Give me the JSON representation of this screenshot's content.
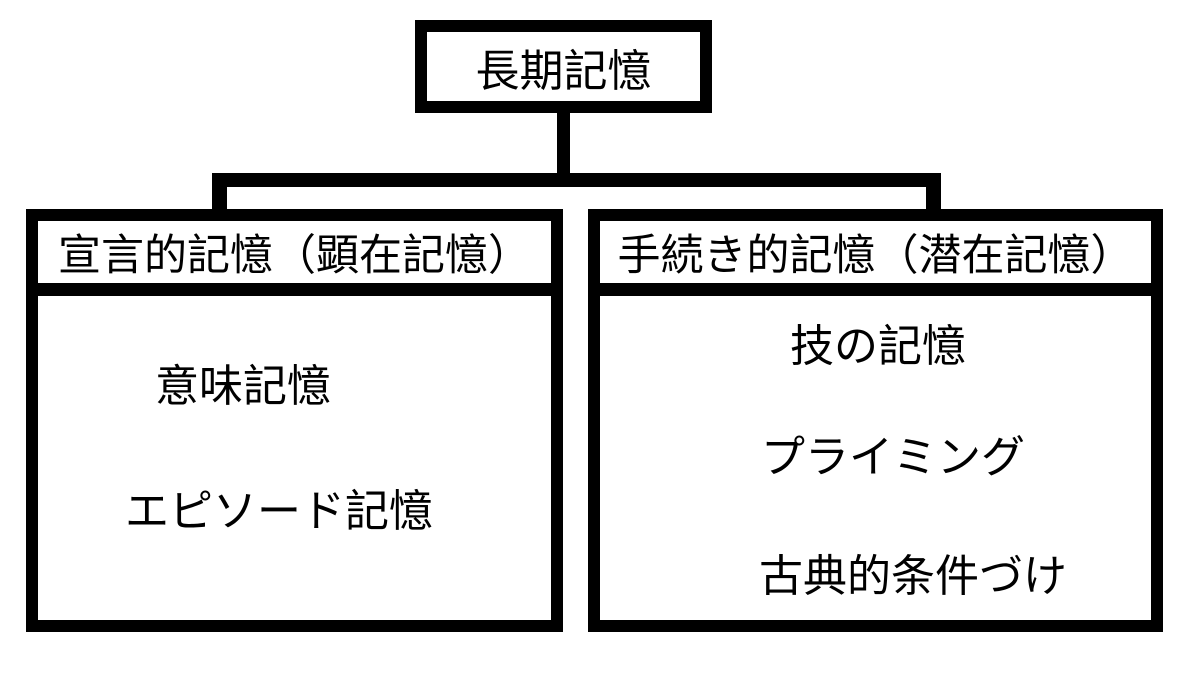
{
  "diagram": {
    "root_label": "長期記憶",
    "left_box": {
      "header": "宣言的記憶（顕在記憶）",
      "items": [
        "意味記憶",
        "エピソード記憶"
      ]
    },
    "right_box": {
      "header": "手続き的記憶（潜在記憶）",
      "items": [
        "技の記憶",
        "プライミング",
        "古典的条件づけ"
      ]
    }
  },
  "colors": {
    "line": "#000000",
    "background": "#ffffff",
    "text": "#000000"
  }
}
